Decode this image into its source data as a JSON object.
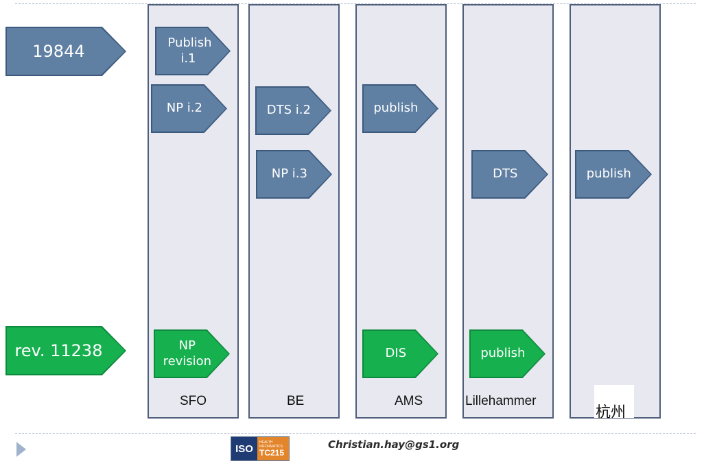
{
  "rows": {
    "top_label": "19844",
    "bottom_label": "rev. 11238"
  },
  "columns": [
    {
      "label": "SFO"
    },
    {
      "label": "BE"
    },
    {
      "label": "AMS"
    },
    {
      "label": "Lillehammer"
    },
    {
      "label": "杭州"
    }
  ],
  "steps": {
    "sfo_publish": "Publish i.1",
    "sfo_np": "NP i.2",
    "sfo_np_revision": "NP revision",
    "be_dts": "DTS i.2",
    "be_np": "NP i.3",
    "ams_publish": "publish",
    "ams_dis": "DIS",
    "lil_dts": "DTS",
    "lil_publish": "publish",
    "hz_publish": "publish"
  },
  "footer": {
    "email": "Christian.hay@gs1.org",
    "logo_iso": "ISO",
    "logo_line1": "HEALTH",
    "logo_line2": "INFORMATICS",
    "logo_tc": "TC215"
  },
  "colors": {
    "blue_arrow": "#5f7fa3",
    "green_arrow": "#16b04f",
    "column_fill": "#e8e8f0",
    "column_border": "#4f5e7a"
  }
}
